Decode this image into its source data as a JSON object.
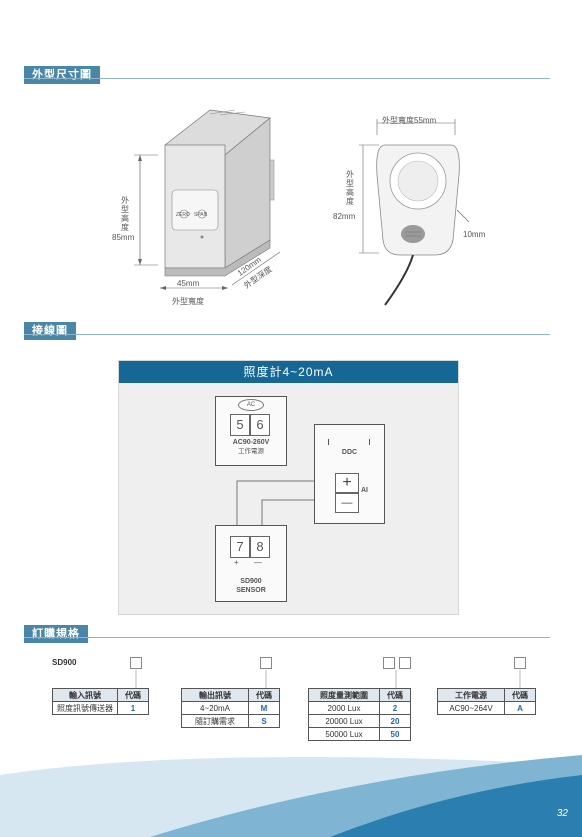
{
  "sections": {
    "dimensions": "外型尺寸圖",
    "wiring": "接線圖",
    "ordering": "訂購規格"
  },
  "dimensions": {
    "height_label": "外型高度",
    "height_value": "85mm",
    "width_value": "45mm",
    "width_label": "外型寬度",
    "depth_value": "120mm",
    "depth_label": "外型深度",
    "zero_label": "ZERO",
    "span_label": "SPAN",
    "sensor_width": "外型寬度55mm",
    "sensor_height_label": "外型高度",
    "sensor_height_value": "82mm",
    "sensor_depth": "10mm"
  },
  "wiring": {
    "title": "照度計4~20mA",
    "power_terminals": [
      "5",
      "6"
    ],
    "ac_symbol": "AC",
    "power_spec": "AC90-260V",
    "power_name": "工作電源",
    "ddc_label": "DDC",
    "plus_symbol": "+",
    "minus_symbol": "—",
    "ai_label": "AI",
    "sensor_terminals": [
      "7",
      "8"
    ],
    "sensor_plus": "+",
    "sensor_minus": "—",
    "sensor_model": "SD900",
    "sensor_name": "SENSOR"
  },
  "ordering": {
    "model": "SD900",
    "tables": [
      {
        "header": [
          "輸入訊號",
          "代碼"
        ],
        "rows": [
          [
            "照度訊號傳送器",
            "1"
          ]
        ]
      },
      {
        "header": [
          "輸出訊號",
          "代碼"
        ],
        "rows": [
          [
            "4~20mA",
            "M"
          ],
          [
            "隨訂購需求",
            "S"
          ]
        ]
      },
      {
        "header": [
          "照度量測範圍",
          "代碼"
        ],
        "rows": [
          [
            "2000 Lux",
            "2"
          ],
          [
            "20000 Lux",
            "20"
          ],
          [
            "50000 Lux",
            "50"
          ]
        ]
      },
      {
        "header": [
          "工作電源",
          "代碼"
        ],
        "rows": [
          [
            "AC90~264V",
            "A"
          ]
        ]
      }
    ]
  },
  "page_number": "32",
  "colors": {
    "section_header": "#4a86a8",
    "wiring_title": "#156896",
    "footer_wave": "#2a7fb0",
    "code_text": "#2266aa"
  }
}
